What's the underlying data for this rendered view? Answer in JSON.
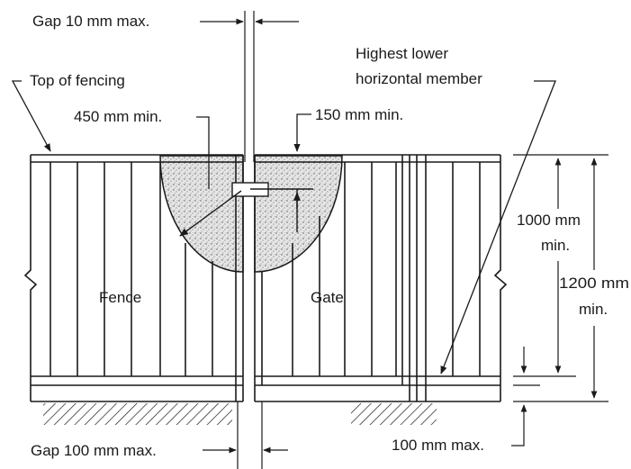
{
  "labels": {
    "gap_top": "Gap 10 mm max.",
    "top_of_fencing": "Top of fencing",
    "highest_lower_1": "Highest lower",
    "highest_lower_2": "horizontal member",
    "dim_450": "450 mm min.",
    "dim_150": "150 mm min.",
    "dim_1000_a": "1000 mm",
    "dim_1000_b": "min.",
    "dim_1200_a": "1200 mm",
    "dim_1200_b": "min.",
    "fence": "Fence",
    "gate": "Gate",
    "gap_bottom": "Gap 100 mm max.",
    "dim_100": "100 mm max."
  },
  "colors": {
    "ink": "#1a1a1a",
    "stipple": "#bdbdbd",
    "paper": "#ffffff"
  }
}
